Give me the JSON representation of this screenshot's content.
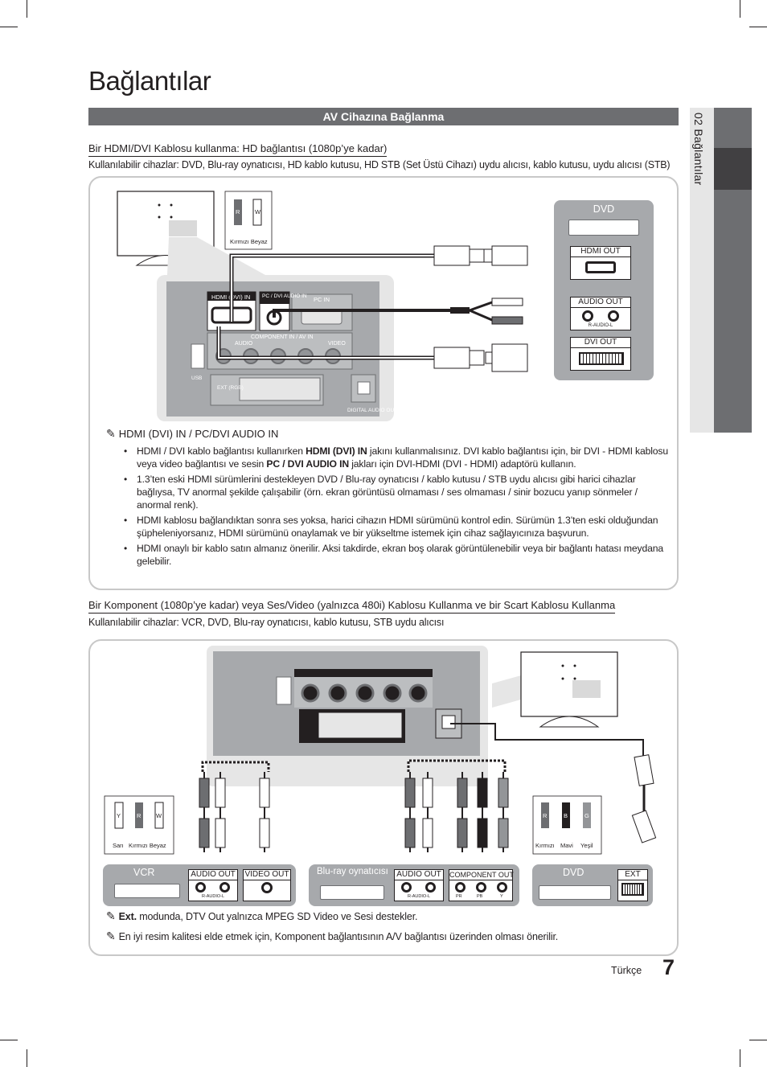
{
  "page_title": "Bağlantılar",
  "side_tab": {
    "label": "02  Bağlantılar"
  },
  "section_title": "AV Cihazına Bağlanma",
  "hdmi_section": {
    "heading": "Bir HDMI/DVI Kablosu kullanma: HD bağlantısı (1080p’ye kadar)",
    "available": "Kullanılabilir cihazlar: DVD, Blu-ray oynatıcısı, HD kablo kutusu, HD STB (Set Üstü Cihazı) uydu alıcısı, kablo kutusu, uydu alıcısı (STB)",
    "tv_panel_labels": {
      "hdmi_in": "HDMI (DVI) IN",
      "pc_dvi_audio_in": "PC / DVI AUDIO IN",
      "pc_in": "PC IN",
      "component_av": "COMPONENT IN / AV IN",
      "audio": "AUDIO",
      "video": "VIDEO",
      "usb": "USB",
      "ext_rgb": "EXT (RGB)",
      "digital_audio_out": "DIGITAL AUDIO OUT"
    },
    "plug_legend": {
      "r": "R",
      "w": "W",
      "caption": "Kırmızı Beyaz"
    },
    "dvd_box": {
      "title": "DVD",
      "hdmi_out": "HDMI OUT",
      "audio_out": "AUDIO OUT",
      "audio_sub": "R-AUDIO-L",
      "dvi_out": "DVI OUT"
    },
    "note_heading": "HDMI (DVI) IN / PC/DVI AUDIO IN",
    "bullets": [
      {
        "a": "HDMI / DVI kablo bağlantısı kullanırken ",
        "b": "HDMI (DVI) IN",
        "c": " jakını kullanmalısınız. DVI kablo bağlantısı için, bir DVI - HDMI kablosu veya video bağlantısı ve sesin ",
        "d": "PC / DVI AUDIO IN",
        "e": " jakları için DVI-HDMI (DVI - HDMI) adaptörü kullanın."
      },
      {
        "a": "1.3’ten eski HDMI sürümlerini destekleyen DVD / Blu-ray oynatıcısı / kablo kutusu / STB uydu alıcısı gibi harici cihazlar bağlıysa, TV anormal şekilde çalışabilir (örn. ekran görüntüsü olmaması / ses olmaması / sinir bozucu yanıp sönmeler / anormal renk)."
      },
      {
        "a": "HDMI kablosu bağlandıktan sonra ses yoksa, harici cihazın HDMI sürümünü kontrol edin. Sürümün 1.3’ten eski olduğundan şüpheleniyorsanız, HDMI sürümünü onaylamak ve bir yükseltme istemek için cihaz sağlayıcınıza başvurun."
      },
      {
        "a": "HDMI onaylı bir kablo satın almanız önerilir. Aksi takdirde, ekran boş olarak görüntülenebilir veya bir bağlantı hatası meydana gelebilir."
      }
    ]
  },
  "component_section": {
    "heading": "Bir Komponent (1080p’ye kadar) veya Ses/Video (yalnızca 480i) Kablosu Kullanma ve bir Scart Kablosu Kullanma",
    "available": "Kullanılabilir cihazlar: VCR, DVD, Blu-ray oynatıcısı, kablo kutusu, STB uydu alıcısı",
    "legend_left": {
      "y": "Y",
      "r": "R",
      "w": "W",
      "caption_sari": "Sarı",
      "caption_rest": "Kırmızı Beyaz"
    },
    "legend_right": {
      "r": "R",
      "b": "B",
      "g": "G",
      "c1": "Kırmızı",
      "c2": "Mavi",
      "c3": "Yeşil"
    },
    "vcr": {
      "title": "VCR",
      "audio_out": "AUDIO OUT",
      "audio_sub": "R-AUDIO-L",
      "video_out": "VIDEO OUT"
    },
    "bluray": {
      "title": "Blu-ray oynatıcısı",
      "audio_out": "AUDIO OUT",
      "audio_sub": "R-AUDIO-L",
      "component_out": "COMPONENT OUT",
      "pr": "PR",
      "pb": "PB",
      "y": "Y"
    },
    "dvd": {
      "title": "DVD",
      "ext": "EXT"
    },
    "note1_bold": "Ext.",
    "note1_rest": " modunda, DTV Out yalnızca MPEG SD Video ve Sesi destekler.",
    "note2": "En iyi resim kalitesi elde etmek için, Komponent bağlantısının A/V bağlantısı üzerinden olması önerilir."
  },
  "footer": {
    "language": "Türkçe",
    "page_number": "7"
  }
}
